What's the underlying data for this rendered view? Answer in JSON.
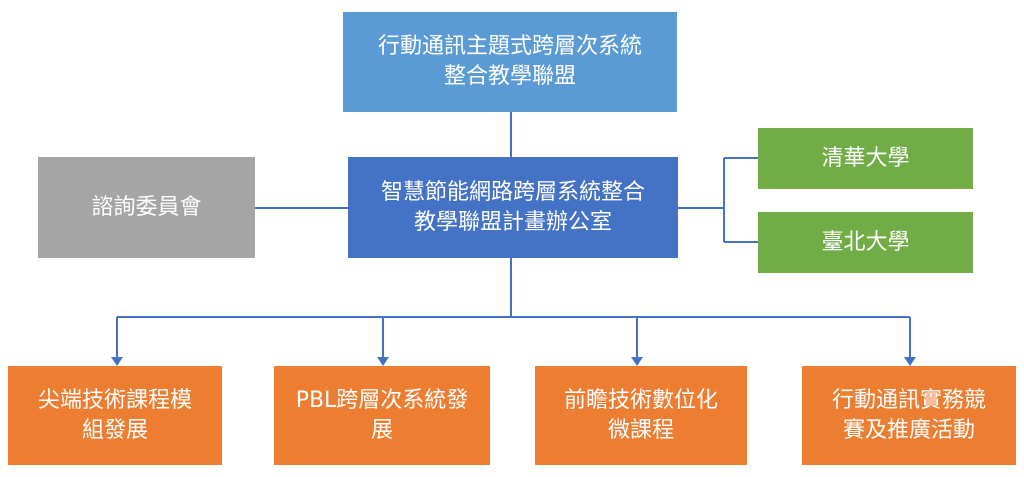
{
  "colors": {
    "top": "#5b9bd5",
    "office": "#4472c4",
    "advisory": "#a5a5a5",
    "university": "#70ad47",
    "project": "#ed7d31",
    "connector": "#4472c4"
  },
  "nodes": {
    "alliance": {
      "line1": "行動通訊主題式跨層次系統",
      "line2": "整合教學聯盟"
    },
    "office": {
      "line1": "智慧節能網路跨層系統整合",
      "line2": "教學聯盟計畫辦公室"
    },
    "advisory": {
      "label": "諮詢委員會"
    },
    "universities": [
      {
        "label": "清華大學"
      },
      {
        "label": "臺北大學"
      }
    ],
    "projects": [
      {
        "line1": "尖端技術課程模",
        "line2": "組發展"
      },
      {
        "line1": "PBL跨層次系統發",
        "line2": "展"
      },
      {
        "line1": "前瞻技術數位化",
        "line2": "微課程"
      },
      {
        "line1": "行動通訊實務競",
        "line2": "賽及推廣活動"
      }
    ]
  }
}
